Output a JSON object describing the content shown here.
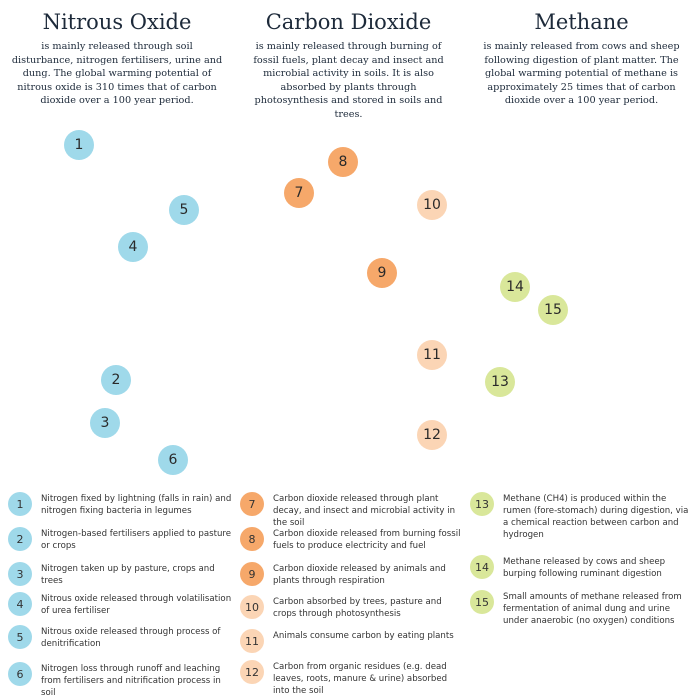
{
  "panels": {
    "nitrous": {
      "title": "Nitrous Oxide",
      "description": "is mainly released through soil disturbance, nitrogen fertilisers, urine and dung. The global warming potential of nitrous oxide is 310 times that of carbon dioxide over a 100 year period.",
      "color": "#a6dcef"
    },
    "carbon": {
      "title": "Carbon Dioxide",
      "description": "is mainly released through burning of fossil fuels, plant decay and insect and microbial activity in soils. It is also absorbed by plants through photosynthesis and stored in soils and trees.",
      "color": "#f7a768"
    },
    "methane": {
      "title": "Methane",
      "description": "is mainly released from cows and sheep following digestion of plant matter. The global warming potential of methane is approximately 25 times that of carbon dioxide over a 100 year period.",
      "color": "#d4e58b"
    }
  },
  "markers": {
    "m1": "1",
    "m2": "2",
    "m3": "3",
    "m4": "4",
    "m5": "5",
    "m6": "6",
    "m7": "7",
    "m8": "8",
    "m9": "9",
    "m10": "10",
    "m11": "11",
    "m12": "12",
    "m13": "13",
    "m14": "14",
    "m15": "15"
  },
  "legend": {
    "l1": {
      "num": "1",
      "text": "Nitrogen fixed by lightning (falls in rain) and nitrogen fixing bacteria in legumes"
    },
    "l2": {
      "num": "2",
      "text": "Nitrogen-based fertilisers applied to pasture or crops"
    },
    "l3": {
      "num": "3",
      "text": "Nitrogen taken up by pasture, crops and trees"
    },
    "l4": {
      "num": "4",
      "text": "Nitrous oxide released through volatilisation of urea fertiliser"
    },
    "l5": {
      "num": "5",
      "text": "Nitrous oxide released through process of denitrification"
    },
    "l6": {
      "num": "6",
      "text": "Nitrogen loss through runoff and leaching from fertilisers and nitrification process in soil"
    },
    "l7": {
      "num": "7",
      "text": "Carbon dioxide released through plant decay, and insect and microbial activity in the soil"
    },
    "l8": {
      "num": "8",
      "text": "Carbon dioxide released from burning fossil fuels to produce electricity and fuel"
    },
    "l9": {
      "num": "9",
      "text": "Carbon dioxide released by animals and plants through respiration"
    },
    "l10": {
      "num": "10",
      "text": "Carbon absorbed by trees, pasture and crops through photosynthesis"
    },
    "l11": {
      "num": "11",
      "text": "Animals consume carbon by eating plants"
    },
    "l12": {
      "num": "12",
      "text": "Carbon from organic residues (e.g. dead leaves, roots, manure & urine) absorbed into the soil"
    },
    "l13": {
      "num": "13",
      "text": "Methane (CH4) is produced within the rumen (fore-stomach) during digestion, via a chemical reaction between carbon and hydrogen"
    },
    "l14": {
      "num": "14",
      "text": "Methane released by cows and sheep burping following ruminant digestion"
    },
    "l15": {
      "num": "15",
      "text": "Small amounts of methane released from fermentation of animal dung and urine under anaerobic (no oxygen) conditions"
    }
  },
  "colors": {
    "nitrous_arrow": "#3fbde3",
    "carbon_arrow": "#f59a55",
    "carbon_down_arrow": "#f28a3a",
    "methane_arrow": "#c6da3a",
    "pasture": "#8cc152",
    "soil": "#8a5a34"
  }
}
